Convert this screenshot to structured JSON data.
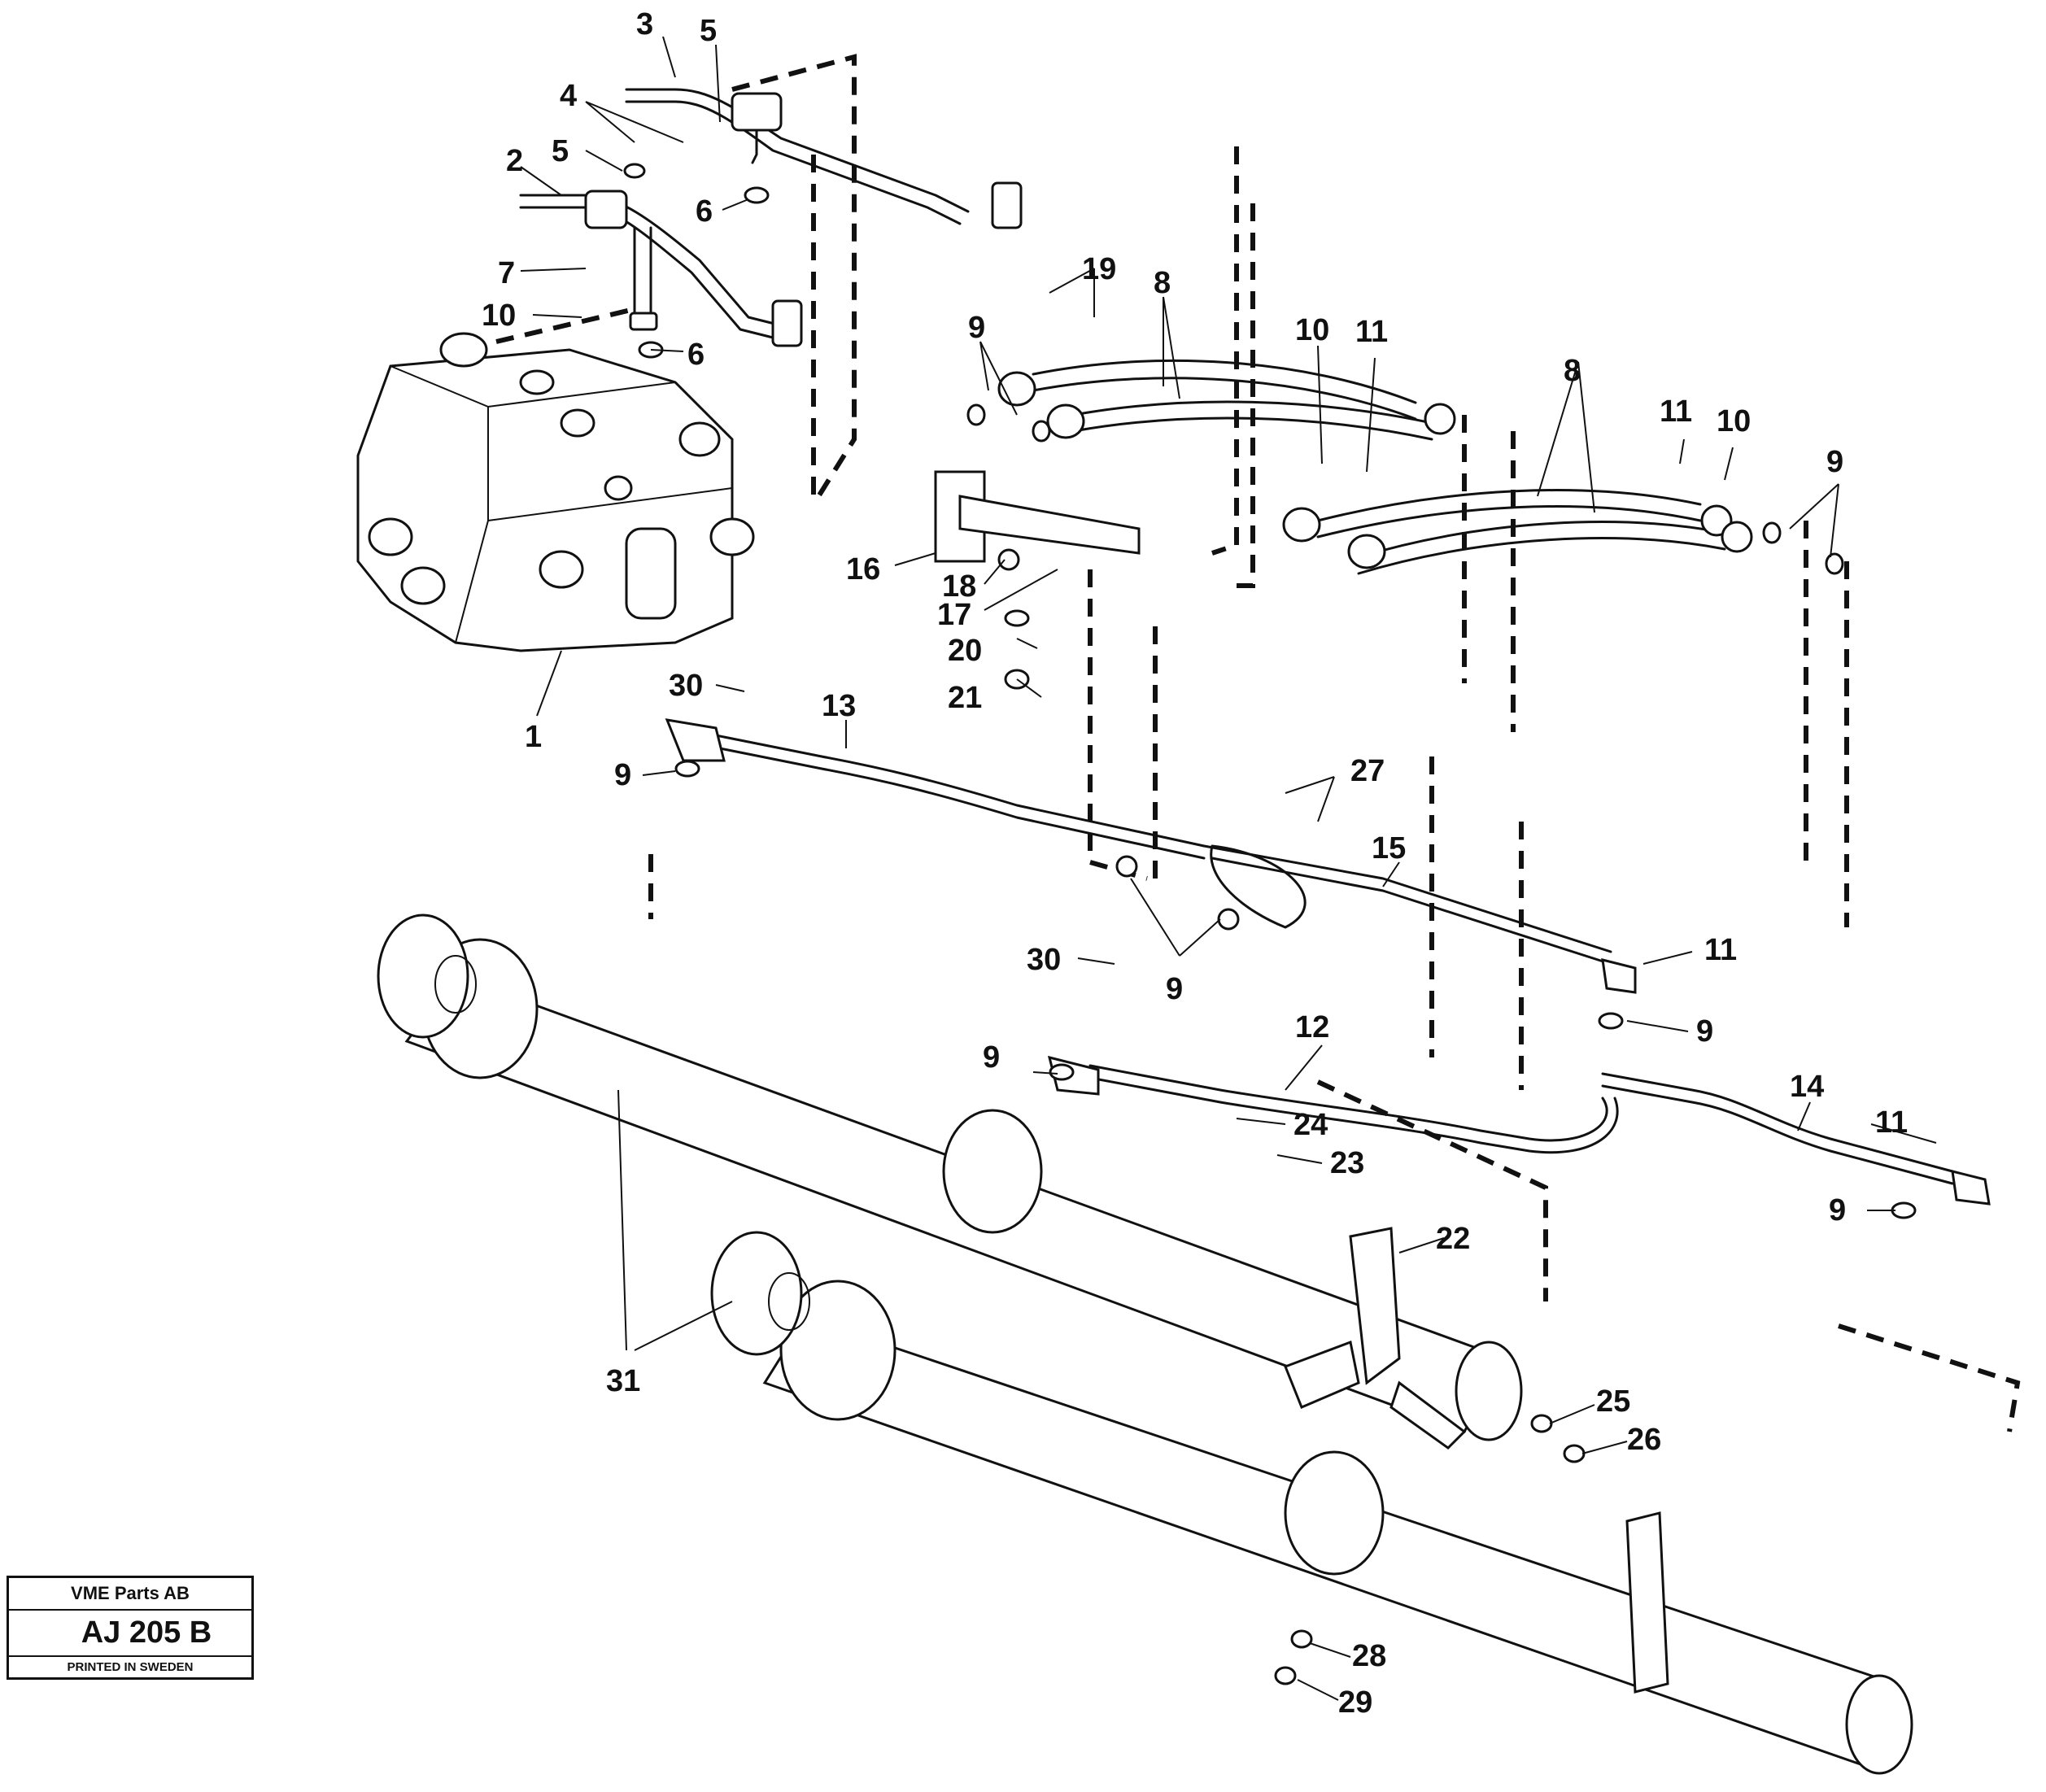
{
  "title_block": {
    "company": "VME Parts AB",
    "code": "AJ 205 B",
    "printed": "PRINTED IN SWEDEN"
  },
  "callouts": [
    {
      "id": "c3",
      "text": "3"
    },
    {
      "id": "c5a",
      "text": "5"
    },
    {
      "id": "c4",
      "text": "4"
    },
    {
      "id": "c5b",
      "text": "5"
    },
    {
      "id": "c2",
      "text": "2"
    },
    {
      "id": "c6a",
      "text": "6"
    },
    {
      "id": "c7",
      "text": "7"
    },
    {
      "id": "c10a",
      "text": "10"
    },
    {
      "id": "c6b",
      "text": "6"
    },
    {
      "id": "c19",
      "text": "19"
    },
    {
      "id": "c8a",
      "text": "8"
    },
    {
      "id": "c9a",
      "text": "9"
    },
    {
      "id": "c10b",
      "text": "10"
    },
    {
      "id": "c11a",
      "text": "11"
    },
    {
      "id": "c8b",
      "text": "8"
    },
    {
      "id": "c11b",
      "text": "11"
    },
    {
      "id": "c10c",
      "text": "10"
    },
    {
      "id": "c9b",
      "text": "9"
    },
    {
      "id": "c16",
      "text": "16"
    },
    {
      "id": "c18",
      "text": "18"
    },
    {
      "id": "c17",
      "text": "17"
    },
    {
      "id": "c20",
      "text": "20"
    },
    {
      "id": "c21",
      "text": "21"
    },
    {
      "id": "c1",
      "text": "1"
    },
    {
      "id": "c30a",
      "text": "30"
    },
    {
      "id": "c13",
      "text": "13"
    },
    {
      "id": "c9c",
      "text": "9"
    },
    {
      "id": "c27",
      "text": "27"
    },
    {
      "id": "c15",
      "text": "15"
    },
    {
      "id": "c30b",
      "text": "30"
    },
    {
      "id": "c9d",
      "text": "9"
    },
    {
      "id": "c11c",
      "text": "11"
    },
    {
      "id": "c9e",
      "text": "9"
    },
    {
      "id": "c12",
      "text": "12"
    },
    {
      "id": "c9f",
      "text": "9"
    },
    {
      "id": "c14",
      "text": "14"
    },
    {
      "id": "c24",
      "text": "24"
    },
    {
      "id": "c23",
      "text": "23"
    },
    {
      "id": "c11d",
      "text": "11"
    },
    {
      "id": "c9g",
      "text": "9"
    },
    {
      "id": "c22",
      "text": "22"
    },
    {
      "id": "c31",
      "text": "31"
    },
    {
      "id": "c25",
      "text": "25"
    },
    {
      "id": "c26",
      "text": "26"
    },
    {
      "id": "c28",
      "text": "28"
    },
    {
      "id": "c29",
      "text": "29"
    }
  ]
}
